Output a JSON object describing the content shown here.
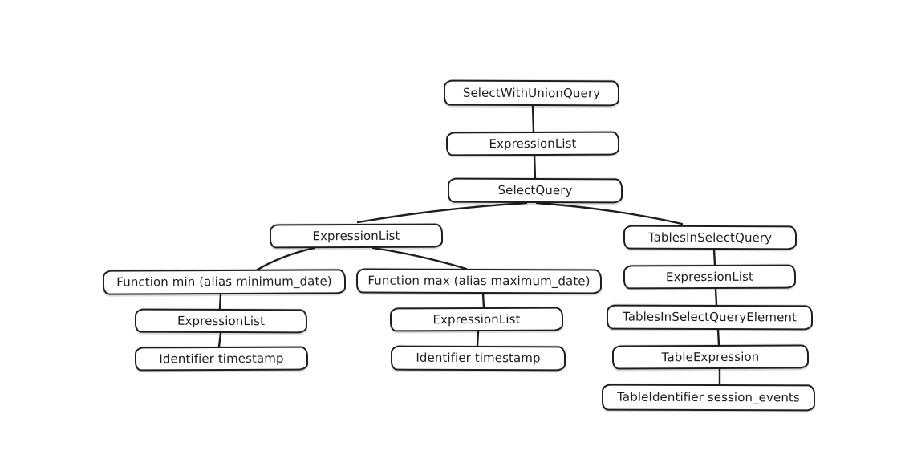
{
  "diagram": {
    "type": "tree",
    "colors": {
      "stroke": "#1e1e1e",
      "node_fill": "#ffffff",
      "background": "#ffffff"
    },
    "nodes": [
      {
        "id": "selectWithUnionQuery",
        "label": "SelectWithUnionQuery"
      },
      {
        "id": "expressionListRoot",
        "label": "ExpressionList"
      },
      {
        "id": "selectQuery",
        "label": "SelectQuery"
      },
      {
        "id": "expressionListSelect",
        "label": "ExpressionList"
      },
      {
        "id": "tablesInSelectQuery",
        "label": "TablesInSelectQuery"
      },
      {
        "id": "functionMin",
        "label": "Function min (alias minimum_date)"
      },
      {
        "id": "functionMax",
        "label": "Function max (alias maximum_date)"
      },
      {
        "id": "expressionListTables",
        "label": "ExpressionList"
      },
      {
        "id": "expressionListMin",
        "label": "ExpressionList"
      },
      {
        "id": "expressionListMax",
        "label": "ExpressionList"
      },
      {
        "id": "tablesInSelectQueryElement",
        "label": "TablesInSelectQueryElement"
      },
      {
        "id": "identifierTimestampMin",
        "label": "Identifier timestamp"
      },
      {
        "id": "identifierTimestampMax",
        "label": "Identifier timestamp"
      },
      {
        "id": "tableExpression",
        "label": "TableExpression"
      },
      {
        "id": "tableIdentifier",
        "label": "TableIdentifier session_events"
      }
    ],
    "edges": [
      {
        "from": "selectWithUnionQuery",
        "to": "expressionListRoot"
      },
      {
        "from": "expressionListRoot",
        "to": "selectQuery"
      },
      {
        "from": "selectQuery",
        "to": "expressionListSelect"
      },
      {
        "from": "selectQuery",
        "to": "tablesInSelectQuery"
      },
      {
        "from": "expressionListSelect",
        "to": "functionMin"
      },
      {
        "from": "expressionListSelect",
        "to": "functionMax"
      },
      {
        "from": "functionMin",
        "to": "expressionListMin"
      },
      {
        "from": "expressionListMin",
        "to": "identifierTimestampMin"
      },
      {
        "from": "functionMax",
        "to": "expressionListMax"
      },
      {
        "from": "expressionListMax",
        "to": "identifierTimestampMax"
      },
      {
        "from": "tablesInSelectQuery",
        "to": "expressionListTables"
      },
      {
        "from": "expressionListTables",
        "to": "tablesInSelectQueryElement"
      },
      {
        "from": "tablesInSelectQueryElement",
        "to": "tableExpression"
      },
      {
        "from": "tableExpression",
        "to": "tableIdentifier"
      }
    ]
  }
}
